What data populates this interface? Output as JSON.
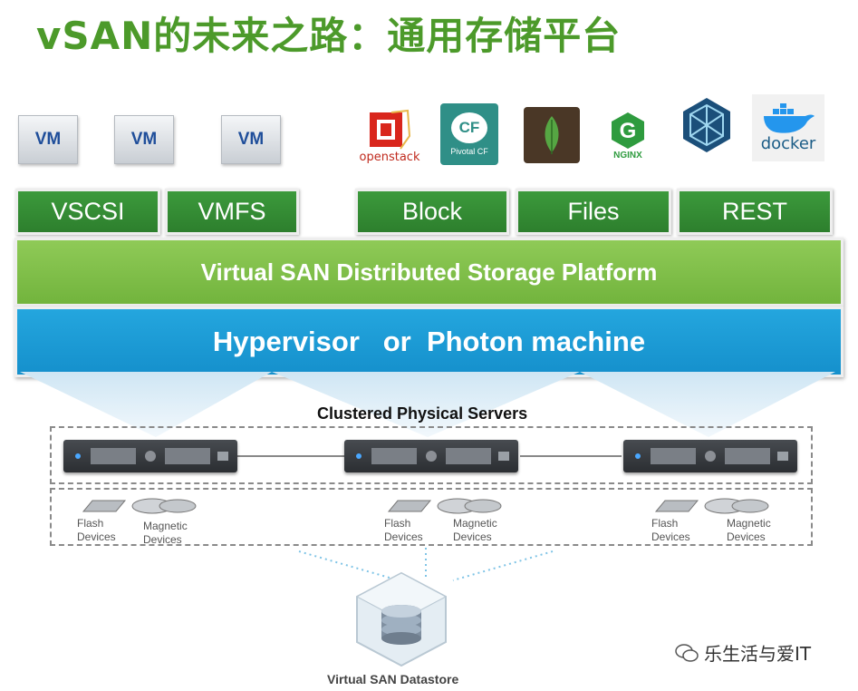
{
  "title": "vSAN的未来之路：通用存储平台",
  "vms": [
    "VM",
    "VM",
    "VM"
  ],
  "apps": {
    "openstack": "openstack",
    "cf_badge": "CF",
    "cf_sub": "Pivotal CF",
    "nginx": "NGINX",
    "docker": "docker"
  },
  "interfaces": [
    "VSCSI",
    "VMFS",
    "Block",
    "Files",
    "REST"
  ],
  "platform": "Virtual SAN Distributed Storage Platform",
  "hypervisor": "Hypervisor   or  Photon machine",
  "servers_label": "Clustered Physical Servers",
  "devices": {
    "flash": "Flash Devices",
    "magnetic": "Magnetic Devices"
  },
  "datastore": "Virtual SAN Datastore",
  "watermark": "乐生活与爱IT",
  "colors": {
    "title_green": "#4c9a2a",
    "interface_green": "#2d7f2d",
    "platform_green": "#7cbd47",
    "hypervisor_blue": "#1a9ad6"
  }
}
